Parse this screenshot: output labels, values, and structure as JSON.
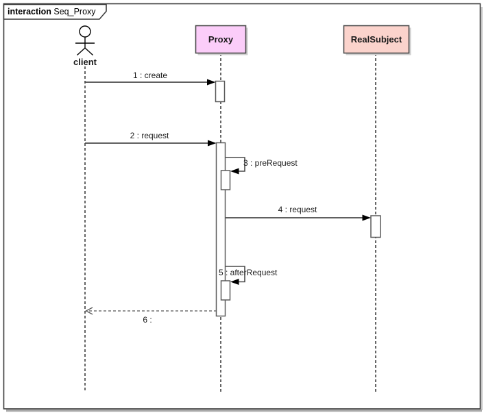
{
  "frame": {
    "keyword": "interaction",
    "name": "Seq_Proxy"
  },
  "participants": [
    {
      "label": "client",
      "kind": "actor"
    },
    {
      "label": "Proxy",
      "kind": "object",
      "fill": "#fbcdf9"
    },
    {
      "label": "RealSubject",
      "kind": "object",
      "fill": "#fbd3cc"
    }
  ],
  "messages": [
    {
      "label": "1 : create",
      "from": "client",
      "to": "Proxy",
      "type": "sync"
    },
    {
      "label": "2 : request",
      "from": "client",
      "to": "Proxy",
      "type": "sync"
    },
    {
      "label": "3 : preRequest",
      "from": "Proxy",
      "to": "Proxy",
      "type": "self"
    },
    {
      "label": "4 : request",
      "from": "Proxy",
      "to": "RealSubject",
      "type": "sync"
    },
    {
      "label": "5 : afterRequest",
      "from": "Proxy",
      "to": "Proxy",
      "type": "self"
    },
    {
      "label": "6 :",
      "from": "Proxy",
      "to": "client",
      "type": "return"
    }
  ]
}
